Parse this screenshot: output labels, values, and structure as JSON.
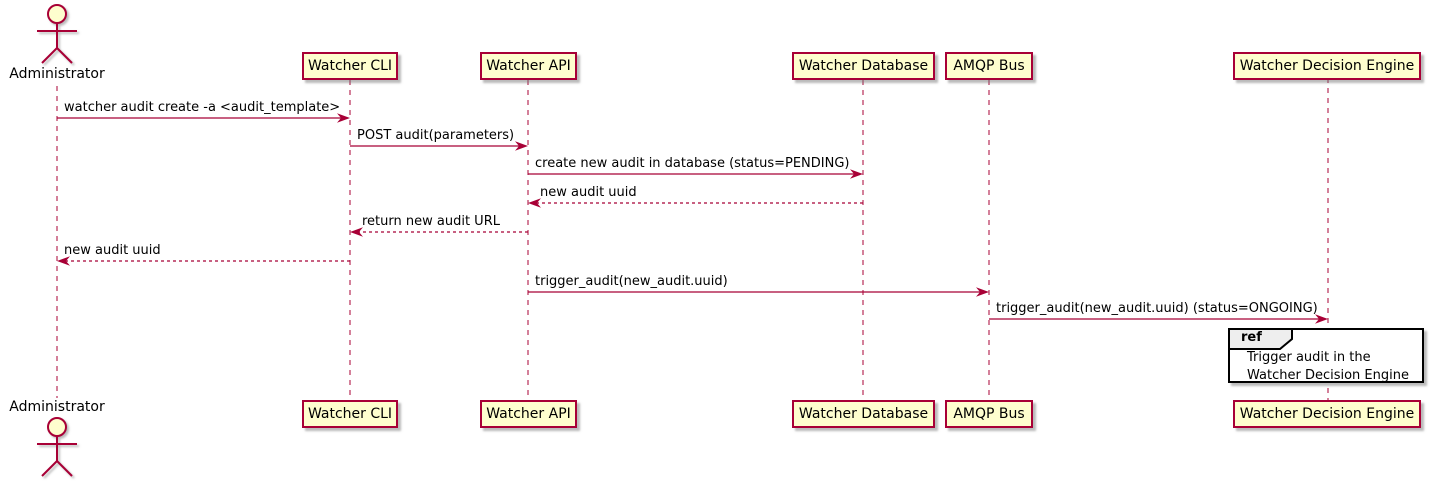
{
  "diagram": {
    "kind": "uml-sequence-diagram",
    "participants": [
      {
        "label": "Administrator",
        "type": "actor"
      },
      {
        "label": "Watcher CLI",
        "type": "participant"
      },
      {
        "label": "Watcher API",
        "type": "participant"
      },
      {
        "label": "Watcher Database",
        "type": "participant"
      },
      {
        "label": "AMQP Bus",
        "type": "participant"
      },
      {
        "label": "Watcher Decision Engine",
        "type": "participant"
      }
    ],
    "messages": [
      {
        "from": "Administrator",
        "to": "Watcher CLI",
        "style": "solid",
        "text": "watcher audit create -a <audit_template>"
      },
      {
        "from": "Watcher CLI",
        "to": "Watcher API",
        "style": "solid",
        "text": "POST audit(parameters)"
      },
      {
        "from": "Watcher API",
        "to": "Watcher Database",
        "style": "solid",
        "text": "create new audit in database (status=PENDING)"
      },
      {
        "from": "Watcher Database",
        "to": "Watcher API",
        "style": "dashed",
        "text": "new audit uuid"
      },
      {
        "from": "Watcher API",
        "to": "Watcher CLI",
        "style": "dashed",
        "text": "return new audit URL"
      },
      {
        "from": "Watcher CLI",
        "to": "Administrator",
        "style": "dashed",
        "text": "new audit uuid"
      },
      {
        "from": "Watcher API",
        "to": "AMQP Bus",
        "style": "solid",
        "text": "trigger_audit(new_audit.uuid)"
      },
      {
        "from": "AMQP Bus",
        "to": "Watcher Decision Engine",
        "style": "solid",
        "text": "trigger_audit(new_audit.uuid) (status=ONGOING)"
      }
    ],
    "ref": {
      "keyword": "ref",
      "over": "Watcher Decision Engine",
      "line1": "Trigger audit in the",
      "line2": "Watcher Decision Engine"
    },
    "colors": {
      "participant_fill": "#FEFECE",
      "participant_border": "#A80036",
      "lifeline": "#A80036",
      "arrow": "#A80036",
      "text": "#000000",
      "ref_border": "#000000",
      "ref_tag_fill": "#EEEEEE",
      "background": "#FFFFFF"
    }
  }
}
